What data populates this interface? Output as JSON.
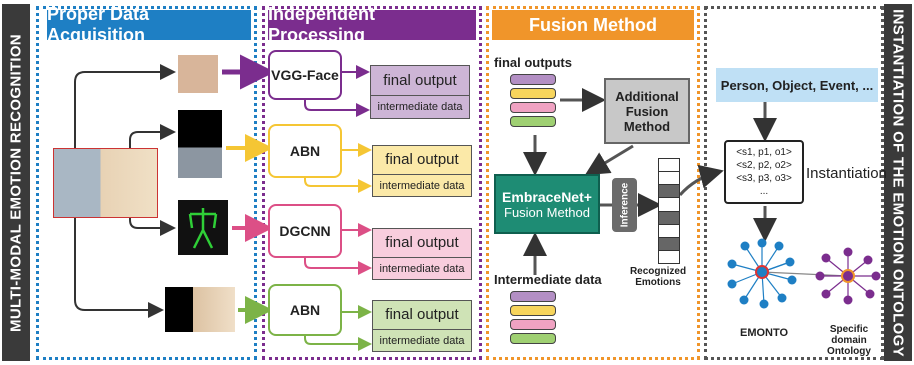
{
  "side_left": "MULTI-MODAL EMOTION RECOGNITION",
  "side_right": "INSTANTIATION OF THE EMOTION ONTOLOGY",
  "sections": {
    "acquisition": "Proper Data Acquisition",
    "processing": "Independent Processing",
    "fusion": "Fusion Method"
  },
  "networks": [
    "VGG-Face",
    "ABN",
    "DGCNN",
    "ABN"
  ],
  "output_box": {
    "top": "final output",
    "bottom": "intermediate data"
  },
  "fusion": {
    "final_outputs": "final outputs",
    "intermediate_data": "Intermediate data",
    "additional": "Additional Fusion Method",
    "embracenet_title": "EmbraceNet+",
    "embracenet_sub": "Fusion Method",
    "inference": "Inference",
    "recognized": "Recognized Emotions"
  },
  "ontology": {
    "concepts": "Person, Object, Event, ...",
    "triples": [
      "<s1, p1, o1>",
      "<s2, p2, o2>",
      "<s3, p3, o3>",
      "..."
    ],
    "instantiation": "Instantiation",
    "emonto": "EMONTO",
    "domain": "Specific domain Ontology"
  },
  "colors": {
    "blue": "#1e7fc4",
    "purple": "#7b2d8e",
    "orange": "#f0952a",
    "gray": "#555555",
    "yellow": "#f5c634",
    "pink": "#dc4f86",
    "green": "#7cb347",
    "teal": "#1e8c74"
  }
}
